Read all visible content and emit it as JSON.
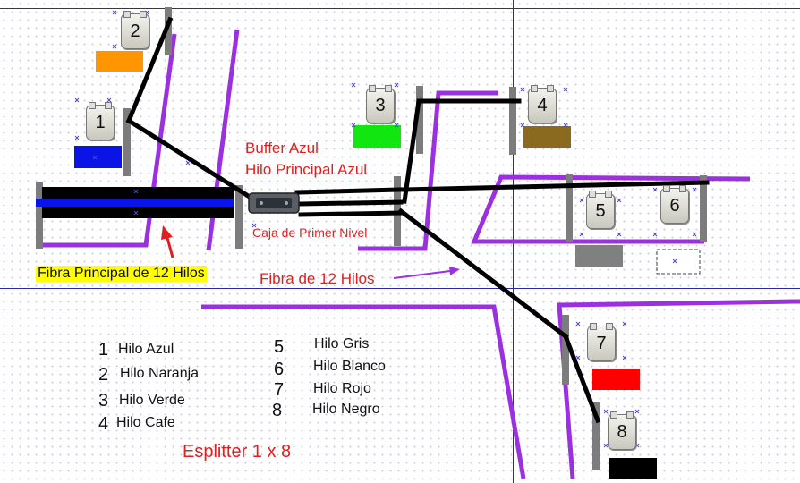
{
  "title_buffer": "Buffer Azul",
  "title_hilo": "Hilo Principal Azul",
  "caja_label": "Caja de Primer Nivel",
  "fibra_principal": "Fibra Principal de 12 Hilos",
  "fibra_12": "Fibra de 12 Hilos",
  "splitter": "Esplitter 1 x 8",
  "boxes": [
    "1",
    "2",
    "3",
    "4",
    "5",
    "6",
    "7",
    "8"
  ],
  "legend": [
    {
      "num": "1",
      "text": "Hilo Azul"
    },
    {
      "num": "2",
      "text": "Hilo Naranja"
    },
    {
      "num": "3",
      "text": "Hilo Verde"
    },
    {
      "num": "4",
      "text": "Hilo Cafe"
    },
    {
      "num": "5",
      "text": "Hilo Gris"
    },
    {
      "num": "6",
      "text": "Hilo Blanco"
    },
    {
      "num": "7",
      "text": "Hilo Rojo"
    },
    {
      "num": "8",
      "text": "Hilo Negro"
    }
  ],
  "colors": {
    "cable": "#000000",
    "fibra": "#9b30e0",
    "grid": "#2a2aa8",
    "post": "#7c7c7c",
    "azul": "#0a14e6",
    "naranja": "#ff9500",
    "verde": "#11e611",
    "cafe": "#8a6a1e",
    "gris": "#808080",
    "blanco": "#ffffff",
    "rojo": "#ff0000",
    "negro": "#000000",
    "label_red": "#e02020",
    "highlight": "#ffff00"
  }
}
